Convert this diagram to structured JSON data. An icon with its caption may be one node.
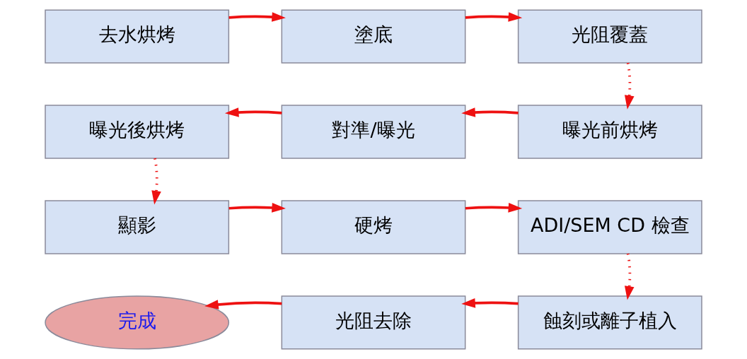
{
  "diagram": {
    "nodes": [
      {
        "text": [
          "去水烘烤"
        ]
      },
      {
        "text": [
          "塗底"
        ]
      },
      {
        "text": [
          "光阻覆蓋"
        ]
      },
      {
        "text": [
          "曝光前烘烤"
        ]
      },
      {
        "text": [
          "對準/曝光"
        ]
      },
      {
        "text": [
          "曝光後烘烤"
        ]
      },
      {
        "text": [
          "顯影"
        ]
      },
      {
        "text": [
          "硬烤"
        ]
      },
      {
        "text": [
          "ADI/SEM CD 檢查"
        ]
      },
      {
        "text": [
          "蝕刻或離子植入"
        ]
      },
      {
        "text": [
          "光阻去除"
        ]
      },
      {
        "text": [
          "完成"
        ]
      }
    ],
    "edges": [
      {
        "from": 0,
        "to": 1,
        "arrow": "to"
      },
      {
        "from": 1,
        "to": 2,
        "arrow": "to"
      },
      {
        "from": 2,
        "to": 3,
        "arrow": "to",
        "style": "dashed"
      },
      {
        "from": 3,
        "to": 4,
        "arrow": "to"
      },
      {
        "from": 4,
        "to": 5,
        "arrow": "to"
      },
      {
        "from": 5,
        "to": 6,
        "arrow": "to",
        "style": "dashed"
      },
      {
        "from": 6,
        "to": 7,
        "arrow": "to"
      },
      {
        "from": 7,
        "to": 8,
        "arrow": "to"
      },
      {
        "from": 8,
        "to": 9,
        "arrow": "to",
        "style": "dashed"
      },
      {
        "from": 9,
        "to": 10,
        "arrow": "to"
      },
      {
        "from": 10,
        "to": 11,
        "arrow": "to"
      }
    ]
  }
}
